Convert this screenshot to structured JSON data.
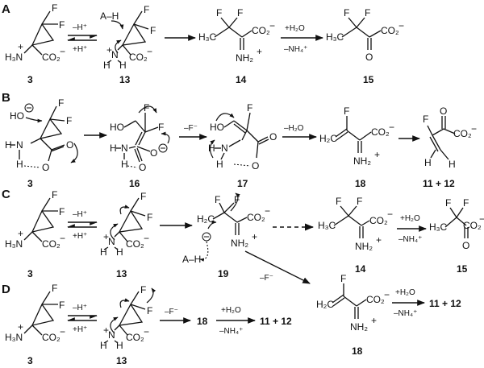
{
  "panels": {
    "a": "A",
    "b": "B",
    "c": "C",
    "d": "D"
  },
  "compounds": {
    "c3": "3",
    "c13": "13",
    "c14": "14",
    "c15": "15",
    "c16": "16",
    "c17": "17",
    "c18": "18",
    "c19": "19",
    "c11_12": "11 + 12"
  },
  "atoms": {
    "F": "F",
    "H": "H",
    "N": "N",
    "O": "O",
    "HO": "HO",
    "H3N": "H₃N",
    "H3C": "H₃C",
    "H2C": "H₂C",
    "CO2": "CO₂",
    "NH2": "NH₂",
    "AH": "A–H",
    "plus": "+",
    "minus": "−"
  },
  "conditions": {
    "minus_h": "–H⁺",
    "plus_h": "+H⁺",
    "plus_h2o": "+H₂O",
    "minus_nh4": "–NH₄⁺",
    "minus_f": "–F⁻",
    "minus_h2o": "–H₂O"
  }
}
